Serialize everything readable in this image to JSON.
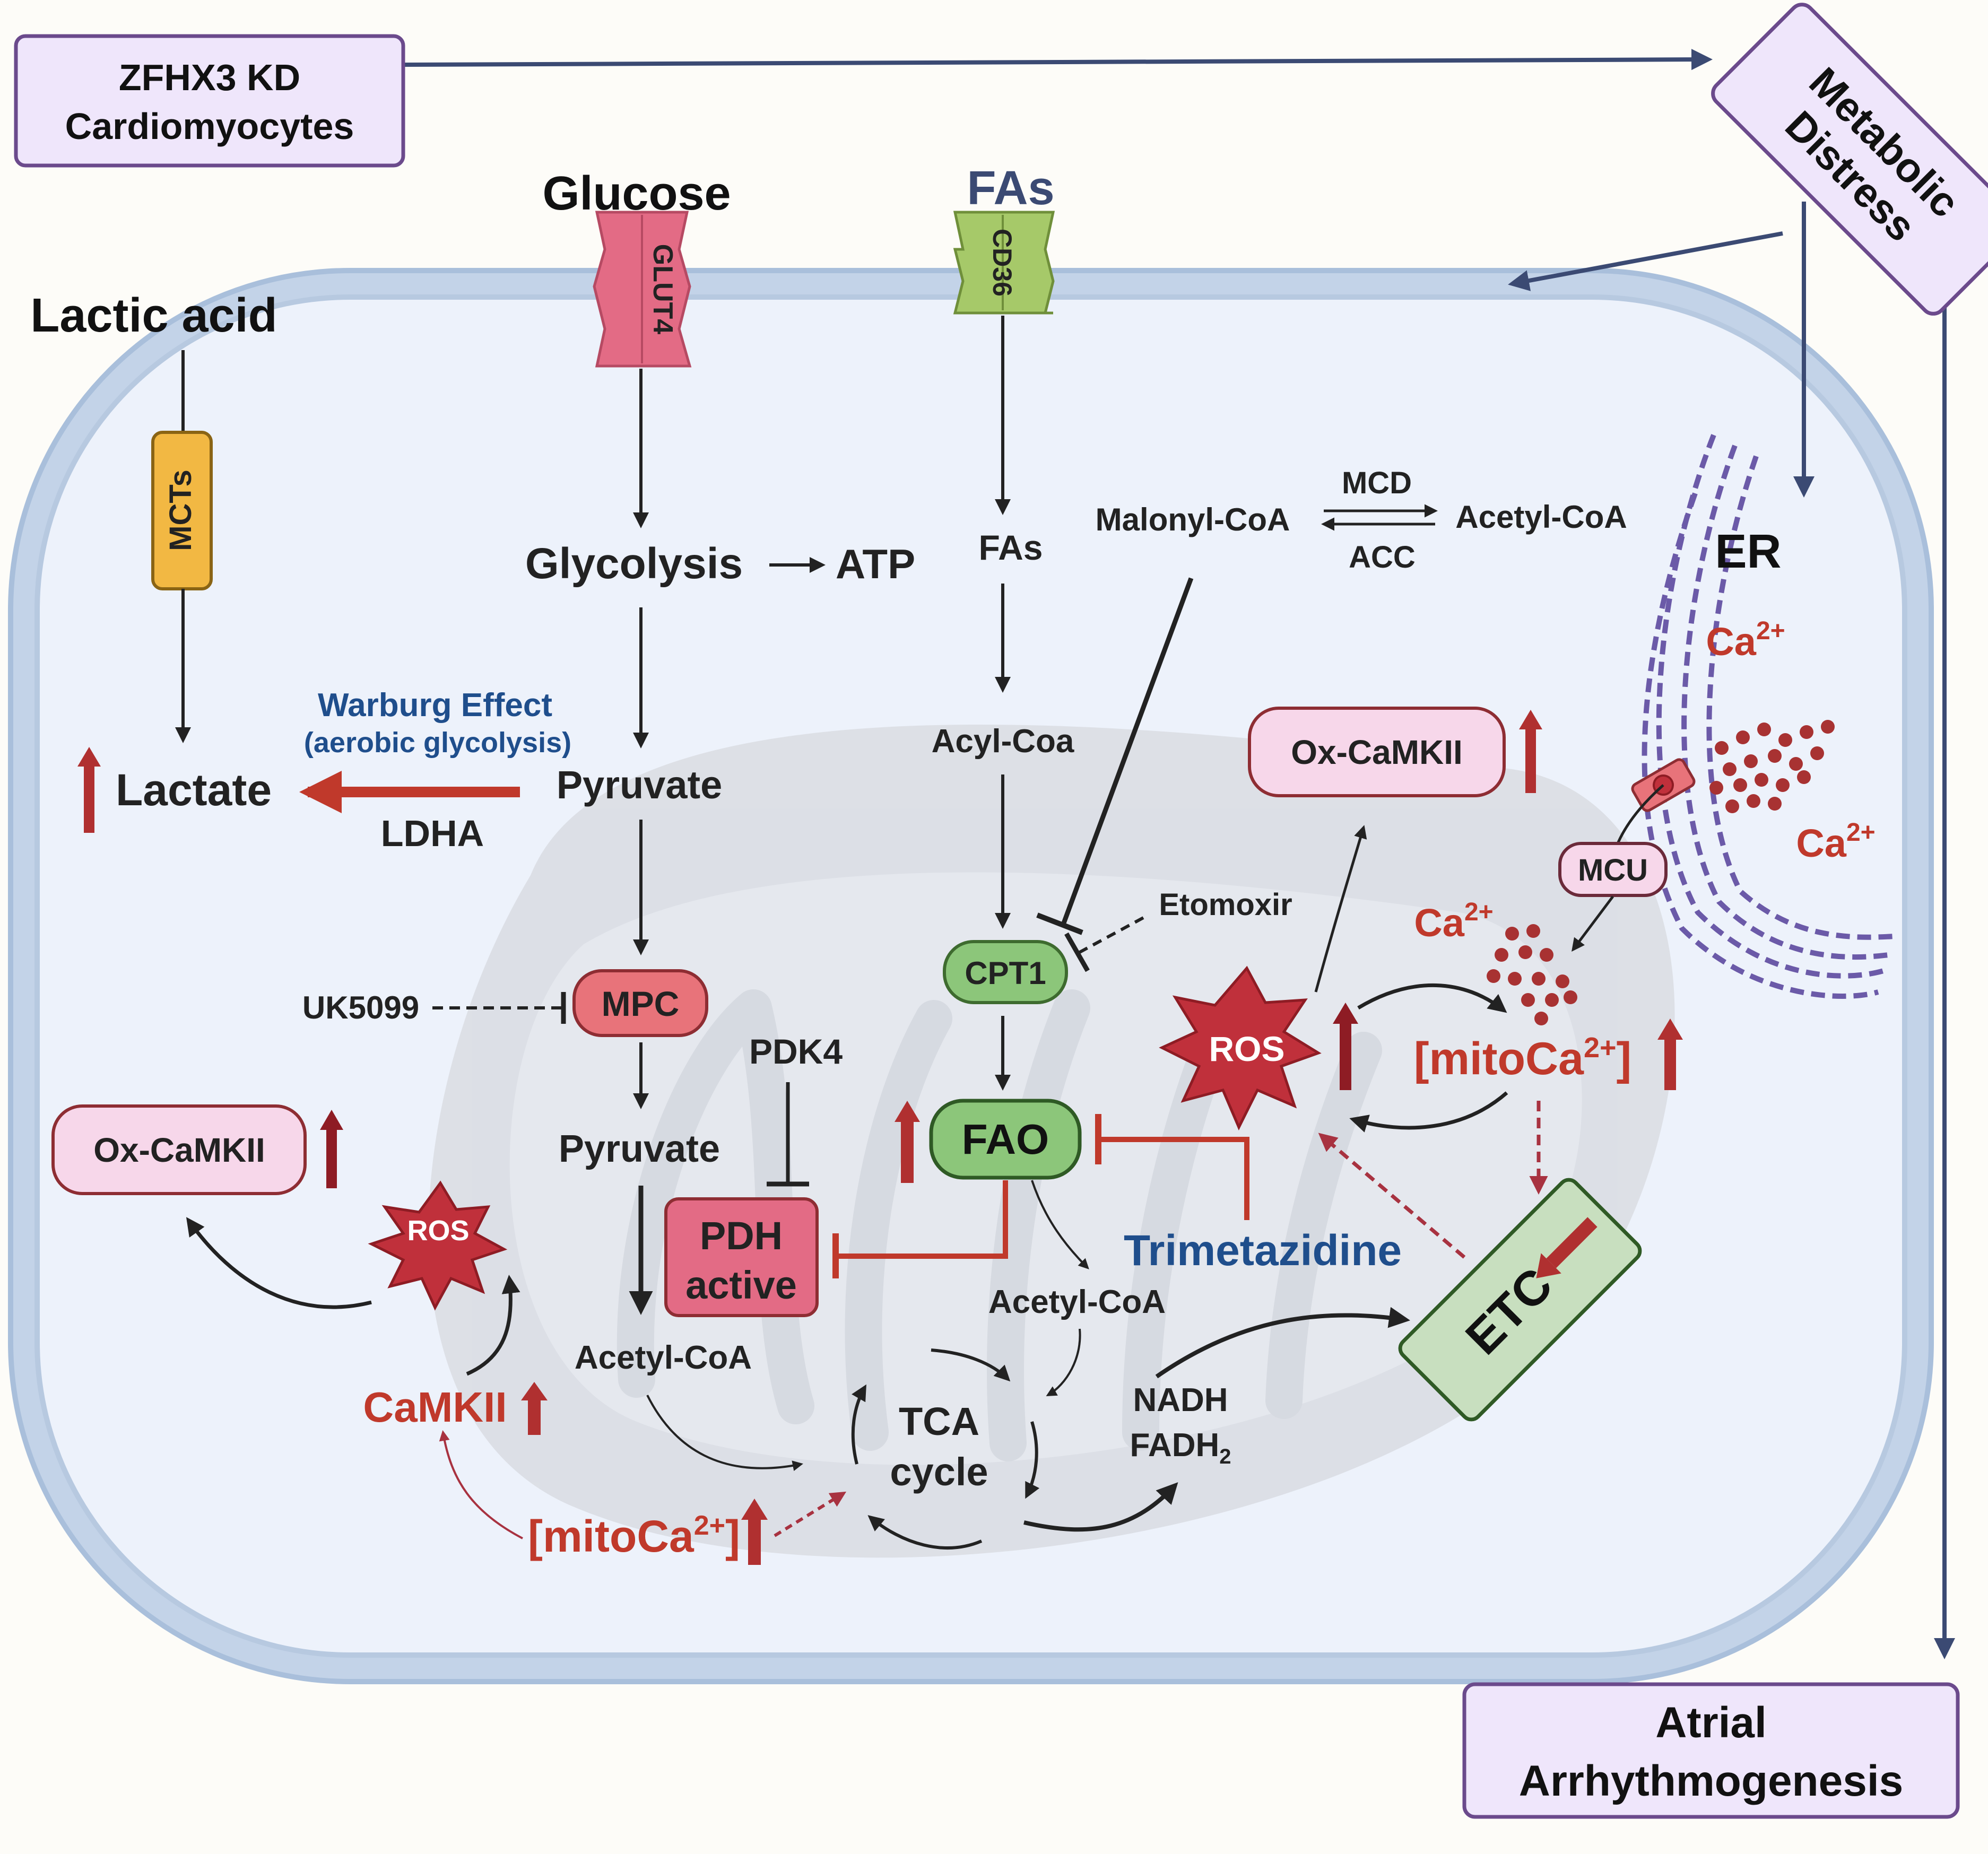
{
  "colors": {
    "cell_fill": "#edf2fb",
    "membrane": "#b7c9e0",
    "mito": "#d6d7db",
    "dark": "#222222",
    "red": "#c0392b",
    "darkred": "#a01e1e",
    "blue_text": "#1f4e8c",
    "navy_arrow": "#3b4a73",
    "purple_box": "#efe6fb",
    "purple_border": "#6b4a8c",
    "pink_box": "#f7d7ea",
    "green": "#8cc67a",
    "rose": "#e8737a",
    "orange": "#f2b843",
    "etc_green": "#c8dfbf",
    "er_purple": "#6b5aa8"
  },
  "boxes": {
    "zfhx3_line1": "ZFHX3 KD",
    "zfhx3_line2": "Cardiomyocytes",
    "metabolic_line1": "Metabolic",
    "metabolic_line2": "Distress",
    "atrial_line1": "Atrial",
    "atrial_line2": "Arrhythmogenesis"
  },
  "inputs": {
    "lactic_acid": "Lactic acid",
    "glucose": "Glucose",
    "fas_top": "FAs"
  },
  "transporters": {
    "mcts": "MCTs",
    "glut4": "GLUT4",
    "cd36": "CD36"
  },
  "glycolysis": {
    "glycolysis": "Glycolysis",
    "atp": "ATP",
    "pyruvate": "Pyruvate",
    "lactate": "Lactate",
    "ldha": "LDHA",
    "warburg": "Warburg Effect",
    "aerobic": "(aerobic glycolysis)",
    "mpc": "MPC",
    "uk5099": "UK5099",
    "pyruvate2": "Pyruvate",
    "pdk4": "PDK4",
    "pdh_line1": "PDH",
    "pdh_line2": "active",
    "acetyl_left": "Acetyl-CoA"
  },
  "fatty_acids": {
    "fas": "FAs",
    "acyl": "Acyl-Coa",
    "cpt1": "CPT1",
    "etomoxir": "Etomoxir",
    "fao": "FAO",
    "malonyl": "Malonyl-CoA",
    "acetyl_top": "Acetyl-CoA",
    "mcd": "MCD",
    "acc": "ACC",
    "acetyl_right": "Acetyl-CoA",
    "trimetazidine": "Trimetazidine"
  },
  "tca": {
    "line1": "TCA",
    "line2": "cycle",
    "nadh": "NADH",
    "fadh_base": "FADH",
    "fadh_sub": "2"
  },
  "signaling": {
    "ox_camkii_right": "Ox-CaMKII",
    "ox_camkii_left": "Ox-CaMKII",
    "ros_right": "ROS",
    "ros_left": "ROS",
    "camkii": "CaMKII",
    "mito_ca_open": "[mito",
    "mito_ca_ca": "Ca",
    "mito_ca_sup": "2+",
    "mito_ca_close": "]",
    "etc": "ETC",
    "er": "ER",
    "mcu": "MCU",
    "ca": "Ca",
    "ca_sup": "2+"
  }
}
